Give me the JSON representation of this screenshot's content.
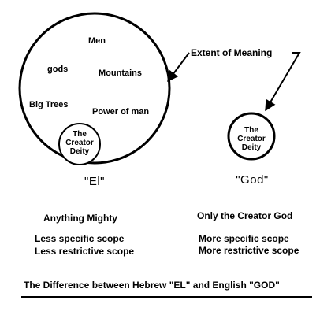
{
  "left_circle": {
    "items": [
      "Men",
      "gods",
      "Mountains",
      "Big Trees",
      "Power of man"
    ],
    "inner": [
      "The",
      "Creator",
      "Deity"
    ],
    "label": "\"El\"",
    "desc": [
      "Anything Mighty",
      "Less specific scope",
      "Less restrictive scope"
    ]
  },
  "right_circle": {
    "inner": [
      "The",
      "Creator",
      "Deity"
    ],
    "label": "\"God\"",
    "desc": [
      "Only the Creator God",
      "More specific scope",
      "More restrictive scope"
    ]
  },
  "callout": "Extent of Meaning",
  "caption": "The Difference between  Hebrew \"EL\" and English \"GOD\""
}
